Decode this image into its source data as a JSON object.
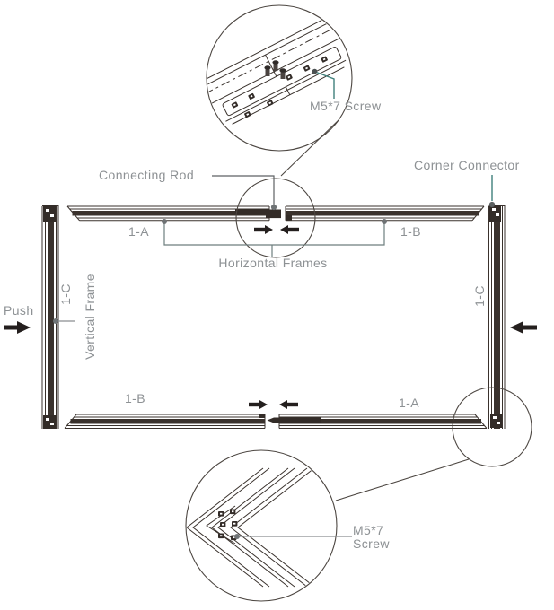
{
  "diagram": {
    "labels": {
      "connecting_rod": "Connecting Rod",
      "corner_connector": "Corner Connector",
      "horizontal_frames": "Horizontal Frames",
      "vertical_frame": "Vertical Frame",
      "push": "Push",
      "frame_top_left": "1-A",
      "frame_top_right": "1-B",
      "frame_bottom_left": "1-B",
      "frame_bottom_right": "1-A",
      "frame_left": "1-C",
      "frame_right": "1-C",
      "screw_top": "M5*7 Screw",
      "screw_bottom_l1": "M5*7",
      "screw_bottom_l2": "Screw"
    },
    "colors": {
      "line_dark": "#3a322d",
      "circle_outline": "#4c4641",
      "label_gray": "#8d9194",
      "leader_teal": "#40807c",
      "leader_gray": "#8a8e90",
      "dot_gray": "#6f7375",
      "arrow_black": "#241f1e",
      "background": "#ffffff"
    }
  }
}
